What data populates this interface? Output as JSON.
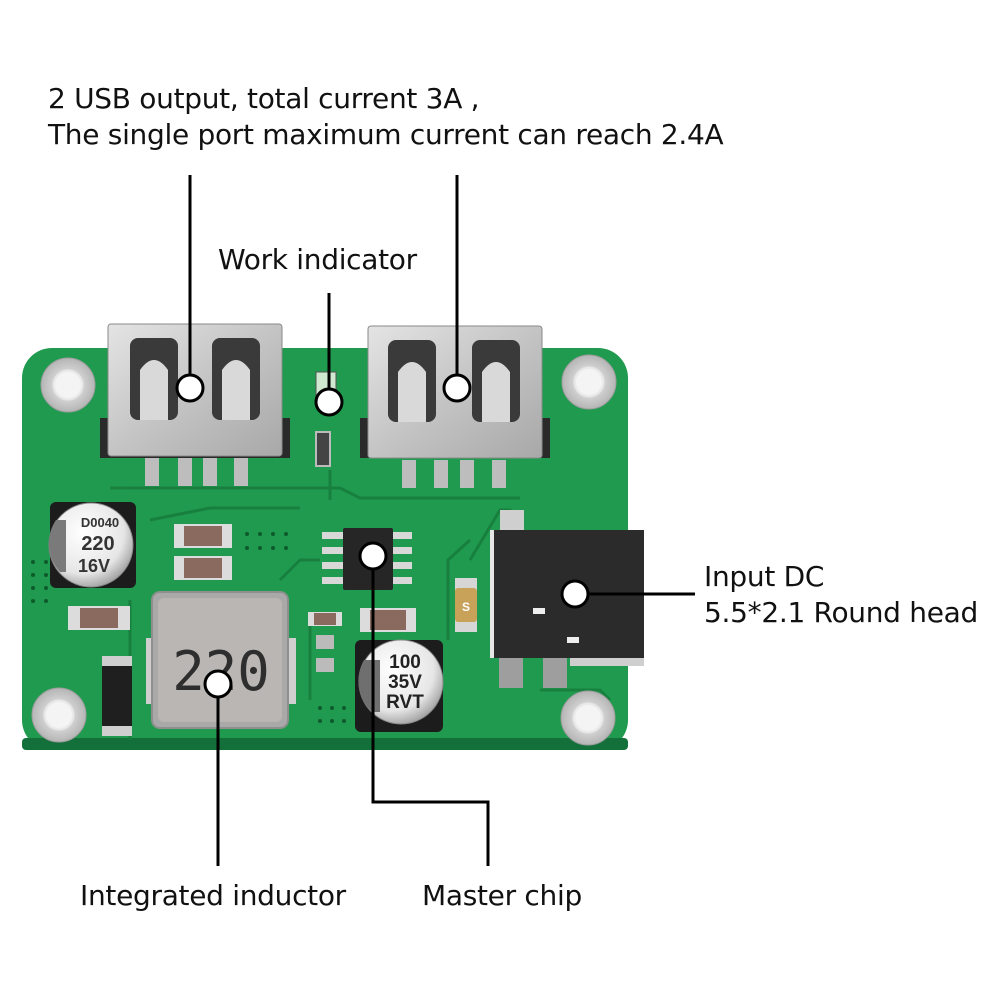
{
  "callouts": {
    "usb_output": {
      "line1": "2 USB output, total current 3A ,",
      "line2": "The single port maximum current can reach 2.4A"
    },
    "work_indicator": "Work indicator",
    "input_dc": {
      "line1": "Input DC",
      "line2": "5.5*2.1 Round head"
    },
    "integrated_inductor": "Integrated inductor",
    "master_chip": "Master chip"
  },
  "component_markings": {
    "capacitor_left": [
      "D0040",
      "220",
      "16V"
    ],
    "capacitor_right": [
      "100",
      "35V",
      "RVT"
    ],
    "inductor": "220",
    "fuse": "S"
  },
  "colors": {
    "pcb_green": "#1f9a4e",
    "pcb_dark_green": "#177a3c",
    "metal": "#c9c9c9",
    "callout_line": "#000000",
    "text": "#111111"
  }
}
